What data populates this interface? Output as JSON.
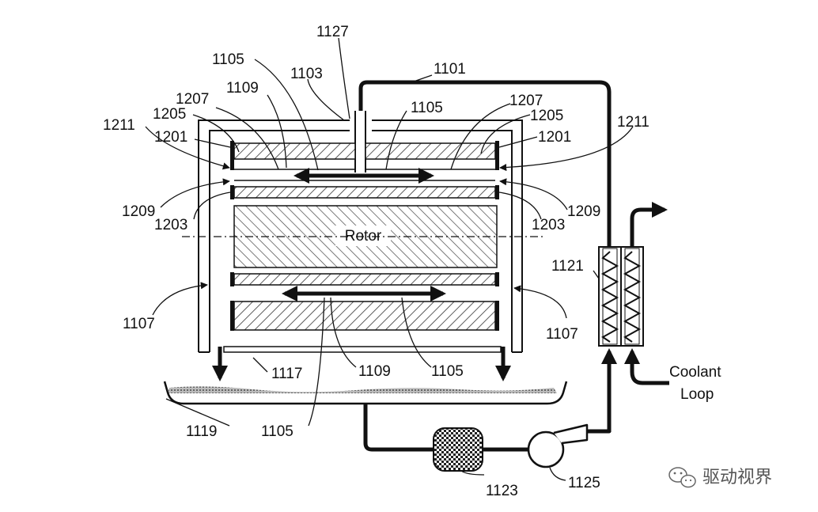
{
  "labels": {
    "l1127": "1127",
    "l1105_a": "1105",
    "l1103": "1103",
    "l1101": "1101",
    "l1109_a": "1109",
    "l1207_l": "1207",
    "l1205_l": "1205",
    "l1211_l": "1211",
    "l1201_l": "1201",
    "l1105_b": "1105",
    "l1207_r": "1207",
    "l1205_r": "1205",
    "l1201_r": "1201",
    "l1211_r": "1211",
    "l1209_l": "1209",
    "l1203_l": "1203",
    "l1203_r": "1203",
    "l1209_r": "1209",
    "rotor": "Rotor",
    "l1121": "1121",
    "l1107_l": "1107",
    "l1107_r": "1107",
    "l1117": "1117",
    "l1109_b": "1109",
    "l1105_c": "1105",
    "coolant1": "Coolant",
    "coolant2": "Loop",
    "l1119": "1119",
    "l1105_d": "1105",
    "l1123": "1123",
    "l1125": "1125"
  },
  "watermark": "驱动视界",
  "colors": {
    "ink": "#111111",
    "background": "#ffffff",
    "oil": "#9a9a9a"
  }
}
